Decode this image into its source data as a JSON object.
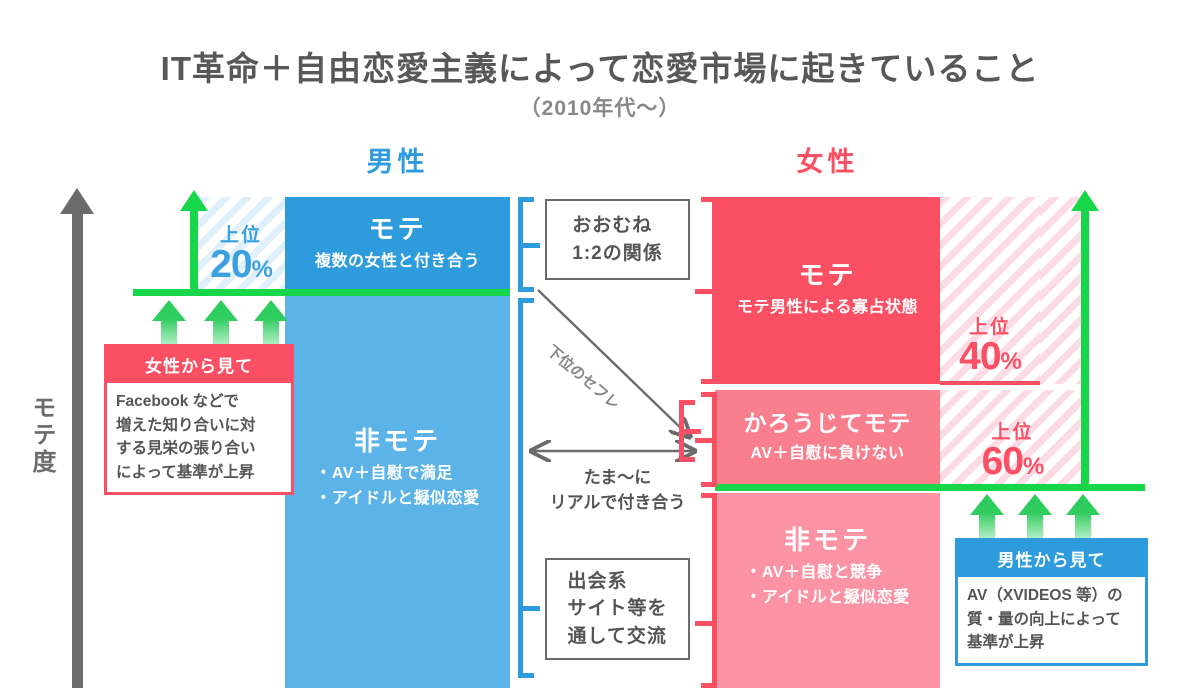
{
  "header": {
    "title": "IT革命＋自由恋愛主義によって恋愛市場に起きていること",
    "subtitle": "（2010年代〜）"
  },
  "axis": {
    "label": "モテ度"
  },
  "columns": {
    "male": {
      "heading": "男性",
      "color": "#2E9BDC"
    },
    "female": {
      "heading": "女性",
      "color": "#FB4F63"
    }
  },
  "male": {
    "mote": {
      "title": "モテ",
      "subtitle": "複数の女性と付き合う",
      "color": "#2E9BDC"
    },
    "himote": {
      "title": "非モテ",
      "bullets": "・AV＋自慰で満足\n・アイドルと擬似恋愛",
      "color": "#5BB3E8"
    },
    "share": {
      "rank_label": "上位",
      "value": "20",
      "unit": "%"
    }
  },
  "female": {
    "mote": {
      "title": "モテ",
      "subtitle": "モテ男性による寡占状態",
      "color": "#FB4F63"
    },
    "karoujite": {
      "title": "かろうじてモテ",
      "subtitle": "AV＋自慰に負けない",
      "color": "#FA7F8E"
    },
    "himote": {
      "title": "非モテ",
      "bullets": "・AV＋自慰と競争\n・アイドルと擬似恋愛",
      "color": "#FC93A4"
    },
    "share_top": {
      "rank_label": "上位",
      "value": "40",
      "unit": "%"
    },
    "share_mid": {
      "rank_label": "上位",
      "value": "60",
      "unit": "%"
    }
  },
  "center": {
    "ratio_box": "おおむね\n1:2の関係",
    "diagonal_label": "下位のセフレ",
    "real_caption": "たま〜に\nリアルで付き合う",
    "site_box": "出会系\nサイト等を\n通して交流"
  },
  "callouts": {
    "from_women": {
      "heading": "女性から見て",
      "body": "Facebook などで\n増えた知り合いに対\nする見栄の張り合い\nによって基準が上昇",
      "color": "#FB4F63"
    },
    "from_men": {
      "heading": "男性から見て",
      "body": "AV（XVIDEOS 等）の\n質・量の向上によって\n基準が上昇",
      "color": "#2E9BDC"
    }
  },
  "accents": {
    "green": "#18D64A",
    "arrow_green": "#2FCC5E",
    "gray": "#6b6b6b"
  }
}
